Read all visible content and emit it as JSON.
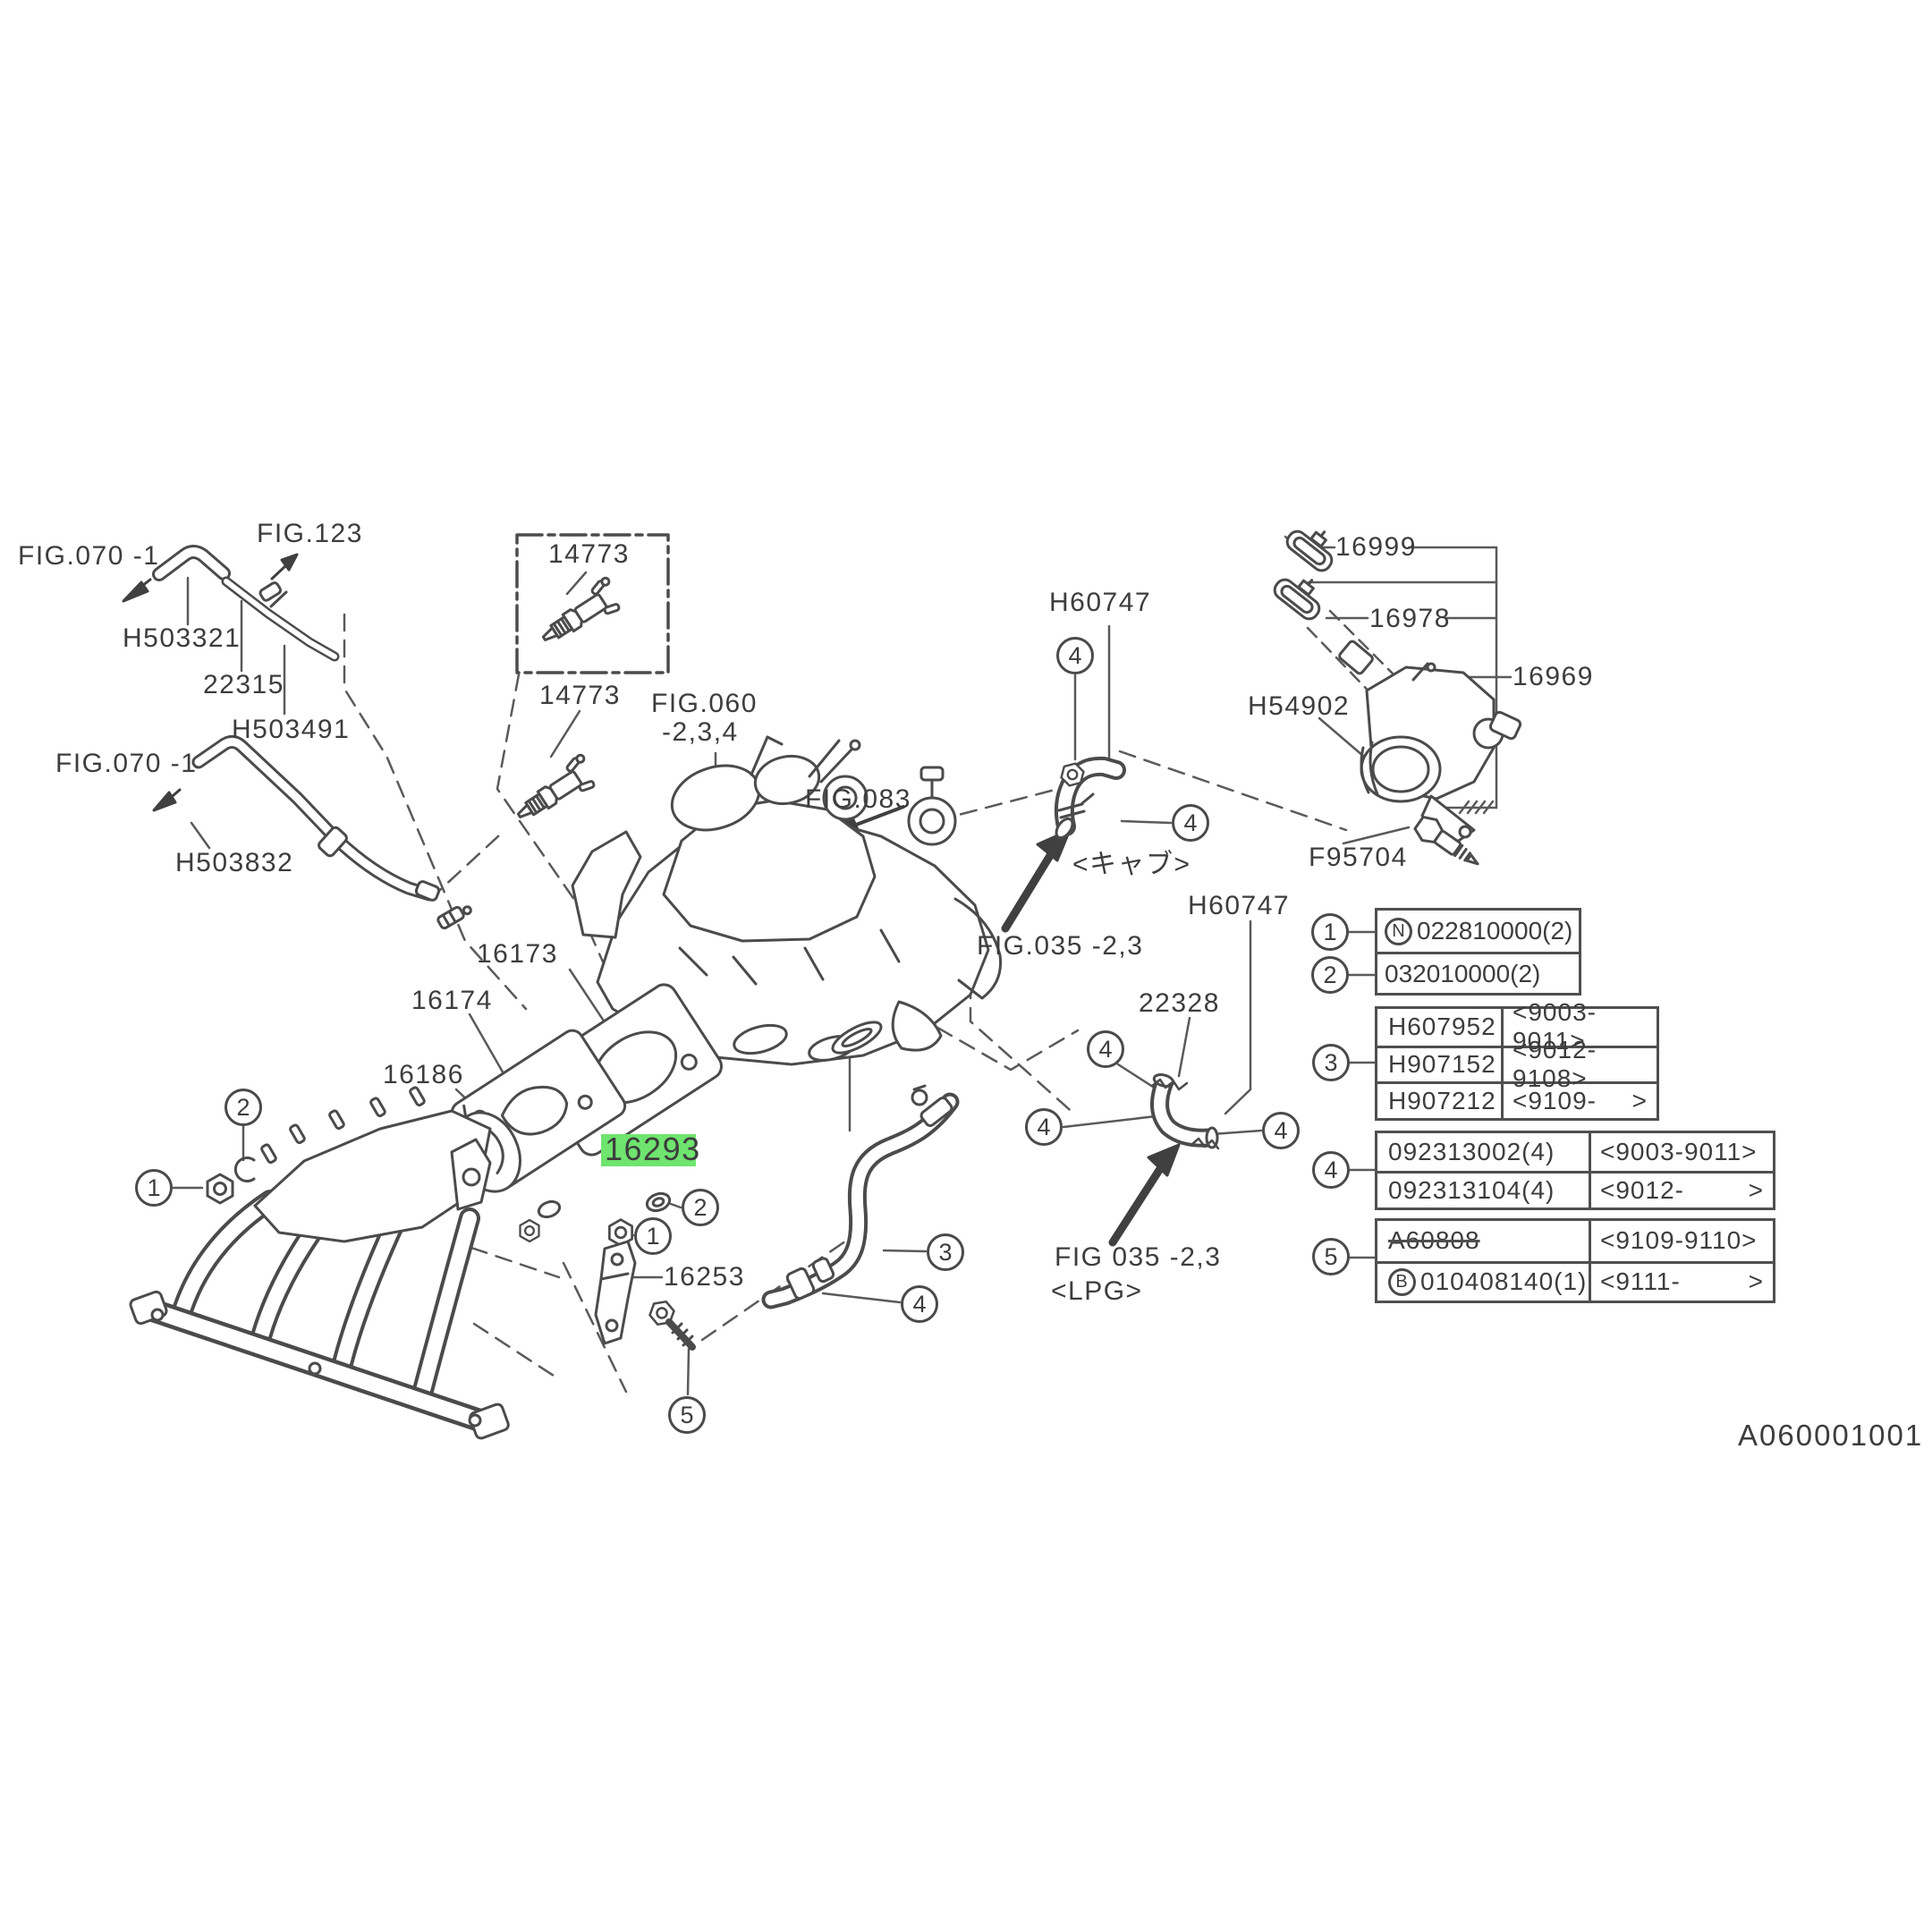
{
  "doc": {
    "code": "A060001001"
  },
  "figure_refs": {
    "fig070_1a": "FIG.070 -1",
    "fig123": "FIG.123",
    "fig070_1b": "FIG.070 -1",
    "fig060_line1": "FIG.060",
    "fig060_line2": "-2,3,4",
    "fig083": "FIG.083",
    "fig035_carb": "FIG.035 -2,3",
    "fig035_lpg": "FIG 035 -2,3"
  },
  "notes": {
    "carb": "<キャブ>",
    "lpg": "<LPG>"
  },
  "part_labels": {
    "h503321": "H503321",
    "p22315": "22315",
    "h503491": "H503491",
    "h503832": "H503832",
    "p14773a": "14773",
    "p14773b": "14773",
    "p16173": "16173",
    "p16174": "16174",
    "p16186": "16186",
    "p16293": "16293",
    "p16253": "16253",
    "h60747a": "H60747",
    "h60747b": "H60747",
    "p16999": "16999",
    "p16978": "16978",
    "p16969": "16969",
    "h54902": "H54902",
    "f95704": "F95704",
    "p22328": "22328"
  },
  "callouts": {
    "one": "1",
    "two": "2",
    "three": "3",
    "four": "4",
    "five": "5"
  },
  "legend_table": {
    "box12": {
      "rows": [
        {
          "badge": "N",
          "code": "022810000(2)"
        },
        {
          "badge": "",
          "code": "032010000(2)"
        }
      ]
    },
    "box3": {
      "rows": [
        {
          "code": "H607952",
          "range": "<9003-9011>",
          "range_end": ""
        },
        {
          "code": "H907152",
          "range": "<9012-9108>",
          "range_end": ""
        },
        {
          "code": "H907212",
          "range": "<9109-",
          "range_end": ">"
        }
      ]
    },
    "box4": {
      "rows": [
        {
          "code": "092313002(4)",
          "range": "<9003-9011>",
          "range_end": ""
        },
        {
          "code": "092313104(4)",
          "range": "<9012-",
          "range_end": ">"
        }
      ]
    },
    "box5": {
      "rows": [
        {
          "badge": "",
          "code": "A60808",
          "range": "<9109-9110>",
          "range_end": ""
        },
        {
          "badge": "B",
          "code": "010408140(1)",
          "range": "<9111-",
          "range_end": ">"
        }
      ]
    }
  }
}
